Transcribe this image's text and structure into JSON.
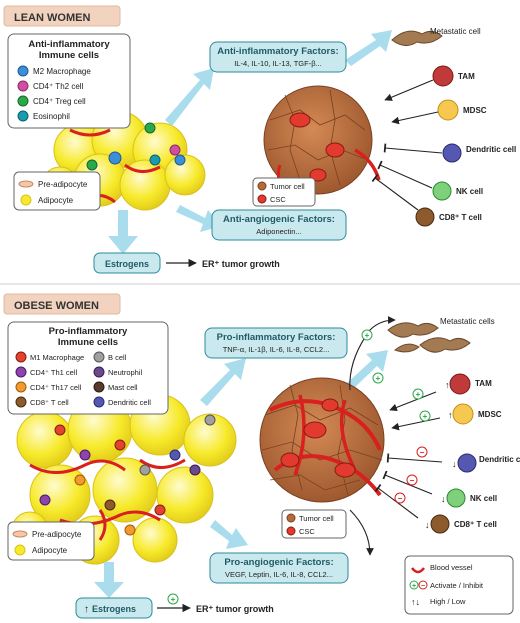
{
  "lean": {
    "banner": "LEAN WOMEN",
    "immune_title_1": "Anti-inflammatory",
    "immune_title_2": "Immune cells",
    "immune_cells": [
      "M2 Macrophage",
      "CD4⁺ Th2 cell",
      "CD4⁺ Treg cell",
      "Eosinophil"
    ],
    "adipose_legend": [
      "Pre-adipocyte",
      "Adipocyte"
    ],
    "factors_top_title": "Anti-inflammatory Factors:",
    "factors_top_list": "IL-4,  IL-10, IL-13, TGF-β...",
    "factors_bottom_title": "Anti-angiogenic Factors:",
    "factors_bottom_list": "Adiponectin...",
    "estrogens": "Estrogens",
    "er_growth": "ER⁺ tumor growth",
    "tumor_legend": [
      "Tumor cell",
      "CSC"
    ],
    "metastatic": "Metastatic cell",
    "right_cells": [
      "TAM",
      "MDSC",
      "Dendritic cell",
      "NK cell",
      "CD8⁺ T cell"
    ]
  },
  "obese": {
    "banner": "OBESE WOMEN",
    "immune_title_1": "Pro-inflammatory",
    "immune_title_2": "Immune cells",
    "immune_cells_left": [
      "M1 Macrophage",
      "CD4⁺ Th1 cell",
      "CD4⁺ Th17 cell",
      "CD8⁺ T cell"
    ],
    "immune_cells_right": [
      "B cell",
      "Neutrophil",
      "Mast cell",
      "Dendritic cell"
    ],
    "adipose_legend": [
      "Pre-adipocyte",
      "Adipocyte"
    ],
    "factors_top_title": "Pro-inflammatory Factors:",
    "factors_top_list": "TNF-α, IL-1β, IL-6, IL-8, CCL2...",
    "factors_bottom_title": "Pro-angiogenic Factors:",
    "factors_bottom_list": "VEGF, Leptin, IL-6, IL-8, CCL2...",
    "estrogens": "Estrogens",
    "er_growth": "ER⁺ tumor growth",
    "tumor_legend": [
      "Tumor cell",
      "CSC"
    ],
    "metastatic": "Metastatic cells",
    "right_cells": [
      "TAM",
      "MDSC",
      "Dendritic cell",
      "NK cell",
      "CD8⁺ T cell"
    ]
  },
  "legend": {
    "blood_vessel": "Blood vessel",
    "activate_inhibit": "Activate / Inhibit",
    "high_low": "High / Low"
  },
  "colors": {
    "banner": "#f2d3bf",
    "teal_box": "#c9e9ef",
    "teal_border": "#2c8a9a",
    "tumor": "#b56a3c",
    "adipocyte": "#f7ea2a",
    "arrow": "#a9dced",
    "vessel": "#d8201e"
  }
}
